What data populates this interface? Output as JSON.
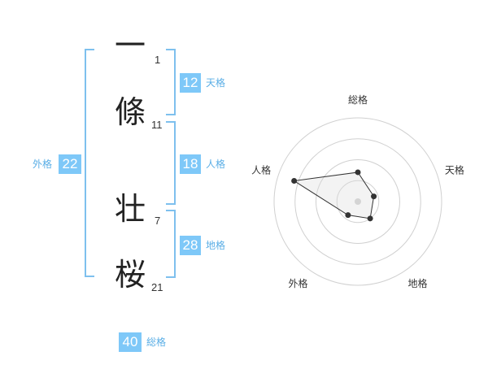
{
  "name": {
    "chars": [
      {
        "char": "一",
        "strokes": "1"
      },
      {
        "char": "條",
        "strokes": "11"
      },
      {
        "char": "壮",
        "strokes": "7"
      },
      {
        "char": "桜",
        "strokes": "21"
      }
    ]
  },
  "kaku": {
    "tenkaku": {
      "value": "12",
      "label": "天格"
    },
    "jinkaku": {
      "value": "18",
      "label": "人格"
    },
    "chikaku": {
      "value": "28",
      "label": "地格"
    },
    "gaikaku": {
      "value": "22",
      "label": "外格"
    },
    "soukaku": {
      "value": "40",
      "label": "総格"
    }
  },
  "colors": {
    "accent": "#7ec8f8",
    "bracket": "#7ec0ee",
    "text": "#333333"
  },
  "chart_data": {
    "type": "radar",
    "axes": [
      "総格",
      "天格",
      "地格",
      "外格",
      "人格"
    ],
    "values": [
      0.35,
      0.2,
      0.25,
      0.2,
      0.8
    ],
    "range": [
      0,
      1
    ],
    "rings": 4
  }
}
